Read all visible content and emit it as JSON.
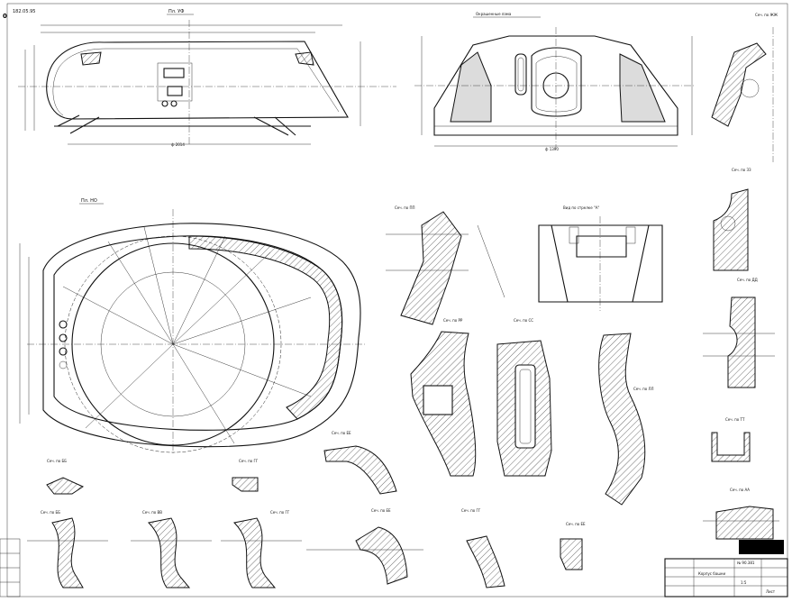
{
  "sheet": {
    "corner_label": "0",
    "top_left_number": "182.05.95",
    "bottom_right_number": "№ 90.381",
    "redaction_color": "#000000"
  },
  "views": {
    "side_view_title": "Пл. УФ",
    "plan_view_title": "Пл. НО",
    "rear_view_title": "Вид по стрелке \"А\"",
    "top_right_label": "Окрашенные лама"
  },
  "sections": [
    "Сеч. по ЖЖ",
    "Сеч. по ЗЗ",
    "Сеч. по ДД",
    "Сеч. по ТТ",
    "Сеч. по ПП",
    "Сеч. по РР",
    "Сеч. по СС",
    "Сеч. по ЛЛ",
    "Сеч. по ББ",
    "Сеч. по ВВ",
    "Сеч. по ГГ",
    "Сеч. по ЕЕ",
    "Сеч. по АА"
  ],
  "dimensions": {
    "width_1390": "ф 1390",
    "width_2014": "ф 2014"
  },
  "title_block": {
    "part_name": "Корпус башни",
    "scale": "1:5",
    "sheet_code": "Лист"
  }
}
